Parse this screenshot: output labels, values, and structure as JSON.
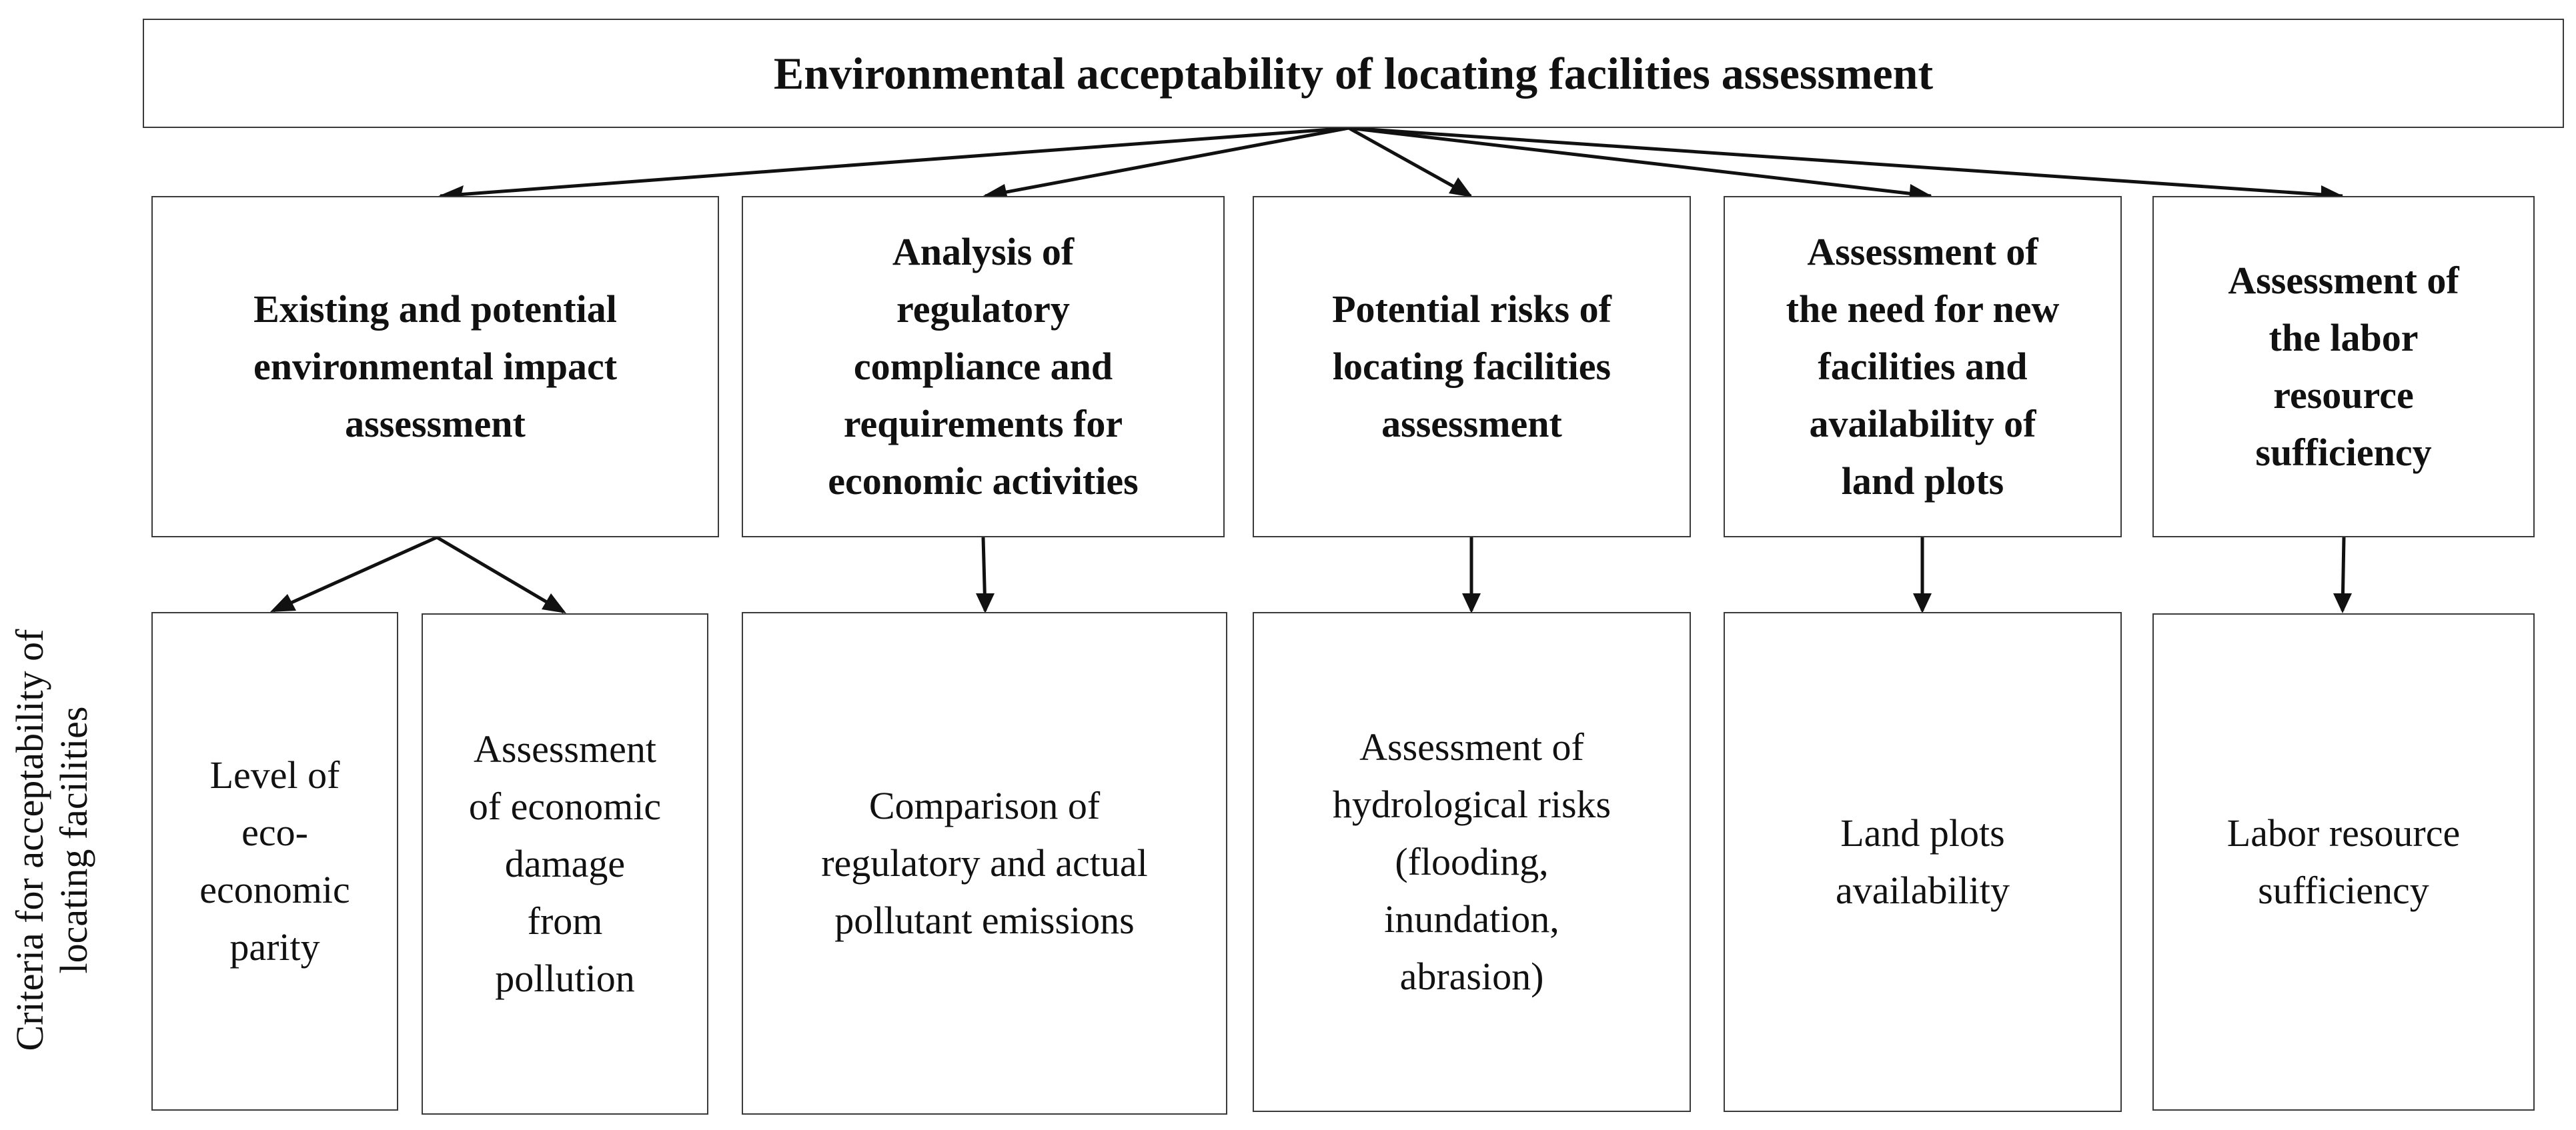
{
  "title": "Environmental acceptability of locating facilities assessment",
  "categories": [
    "Existing and potential\nenvironmental impact\nassessment",
    "Analysis of\nregulatory\ncompliance and\nrequirements for\neconomic activities",
    "Potential risks of\nlocating facilities\nassessment",
    "Assessment of\nthe need for new\nfacilities and\navailability of\nland plots",
    "Assessment of\nthe labor\nresource\nsufficiency"
  ],
  "criteria": [
    "Level of\neco-\neconomic\nparity",
    "Assessment\nof economic\ndamage\nfrom\npollution",
    "Comparison of\nregulatory and actual\npollutant emissions",
    "Assessment of\nhydrological risks\n(flooding,\ninundation,\nabrasion)",
    "Land plots\navailability",
    "Labor resource\nsufficiency"
  ],
  "side_label": "Criteria for acceptability of\nlocating facilities"
}
